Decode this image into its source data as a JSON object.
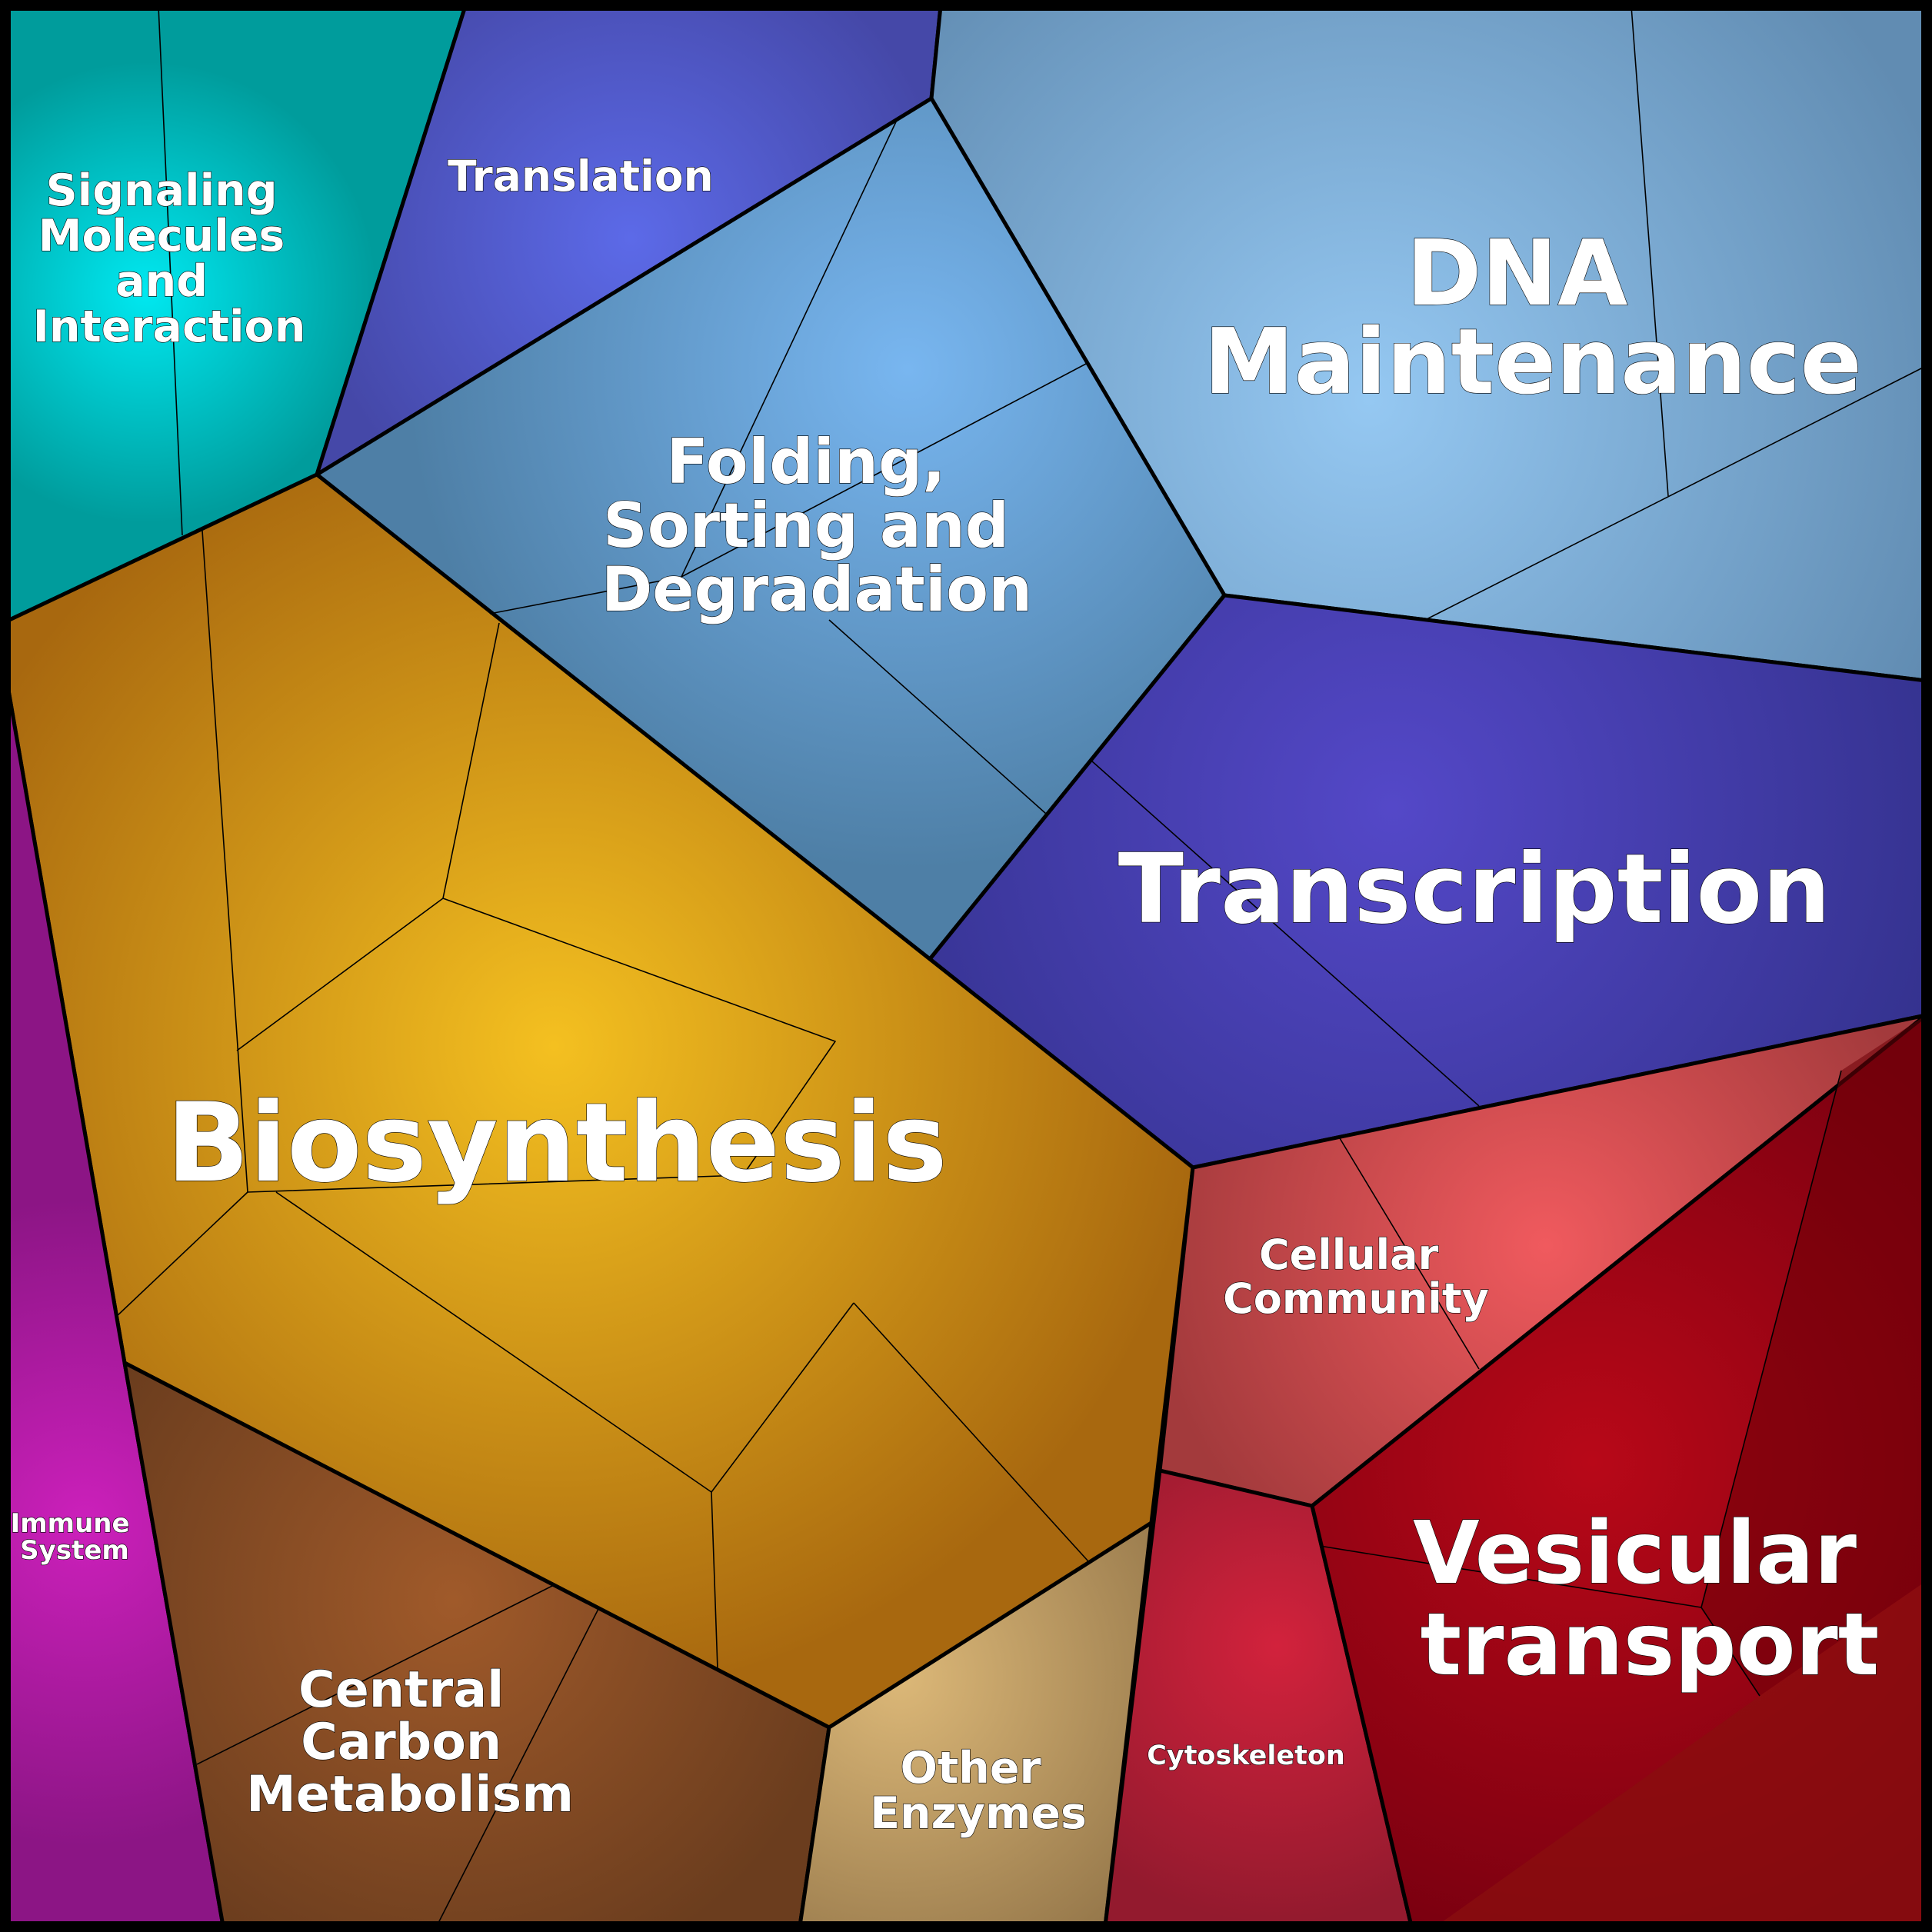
{
  "categories": [
    {
      "id": "signaling",
      "lines": [
        "Signaling",
        "Molecules",
        "and",
        "Interaction"
      ],
      "color": "#009c9c",
      "glow": "#00e8f0"
    },
    {
      "id": "translation",
      "lines": [
        "Translation"
      ],
      "color": "#4548a8",
      "glow": "#5c6ae8"
    },
    {
      "id": "dna",
      "lines": [
        "DNA",
        "Maintenance"
      ],
      "color": "#618cb2",
      "glow": "#95c8f2"
    },
    {
      "id": "folding",
      "lines": [
        "Folding,",
        "Sorting and",
        "Degradation"
      ],
      "color": "#4e7fa6",
      "glow": "#78b6f0"
    },
    {
      "id": "transcription",
      "lines": [
        "Transcription"
      ],
      "color": "#34328e",
      "glow": "#5448c8"
    },
    {
      "id": "biosynthesis",
      "lines": [
        "Biosynthesis"
      ],
      "color": "#b07612",
      "glow": "#f4c020"
    },
    {
      "id": "immune",
      "lines": [
        "Immune",
        "System"
      ],
      "color": "#8c1585",
      "glow": "#cc20bb"
    },
    {
      "id": "central",
      "lines": [
        "Central",
        "Carbon",
        "Metabolism"
      ],
      "color": "#6b3d1e",
      "glow": "#a05a2a"
    },
    {
      "id": "other",
      "lines": [
        "Other",
        "Enzymes"
      ],
      "color": "#95774a",
      "glow": "#dcb878"
    },
    {
      "id": "cellular",
      "lines": [
        "Cellular",
        "Community"
      ],
      "color": "#a33a3c",
      "glow": "#f05a5e"
    },
    {
      "id": "cytoskeleton",
      "lines": [
        "Cytoskeleton"
      ],
      "color": "#931a2e",
      "glow": "#d2223c"
    },
    {
      "id": "vesicular",
      "lines": [
        "Vesicular",
        "transport"
      ],
      "color": "#7a0010",
      "glow": "#b80818"
    }
  ]
}
